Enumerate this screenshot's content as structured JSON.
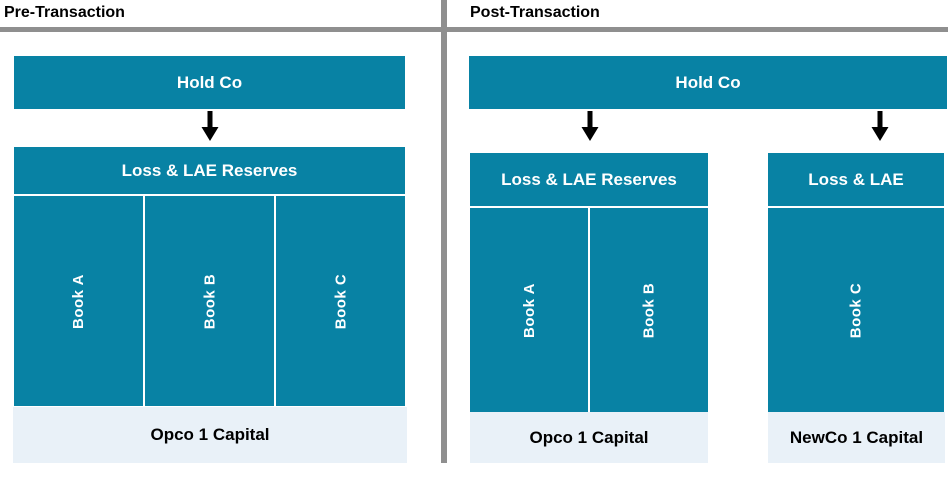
{
  "colors": {
    "teal": "#0882A4",
    "light_capital": "#E9F1F8",
    "gray_rule": "#8F8F8F",
    "arrow": "#000000"
  },
  "pre": {
    "title": "Pre-Transaction",
    "holdco_label": "Hold Co",
    "reserves_title": "Loss & LAE Reserves",
    "books": [
      "Book A",
      "Book B",
      "Book C"
    ],
    "capital_label": "Opco 1 Capital"
  },
  "post": {
    "title": "Post-Transaction",
    "holdco_label": "Hold Co",
    "opco": {
      "reserves_title": "Loss & LAE Reserves",
      "books": [
        "Book A",
        "Book B"
      ],
      "capital_label": "Opco 1 Capital"
    },
    "newco": {
      "reserves_title": "Loss & LAE",
      "books": [
        "Book C"
      ],
      "capital_label": "NewCo 1 Capital"
    }
  }
}
